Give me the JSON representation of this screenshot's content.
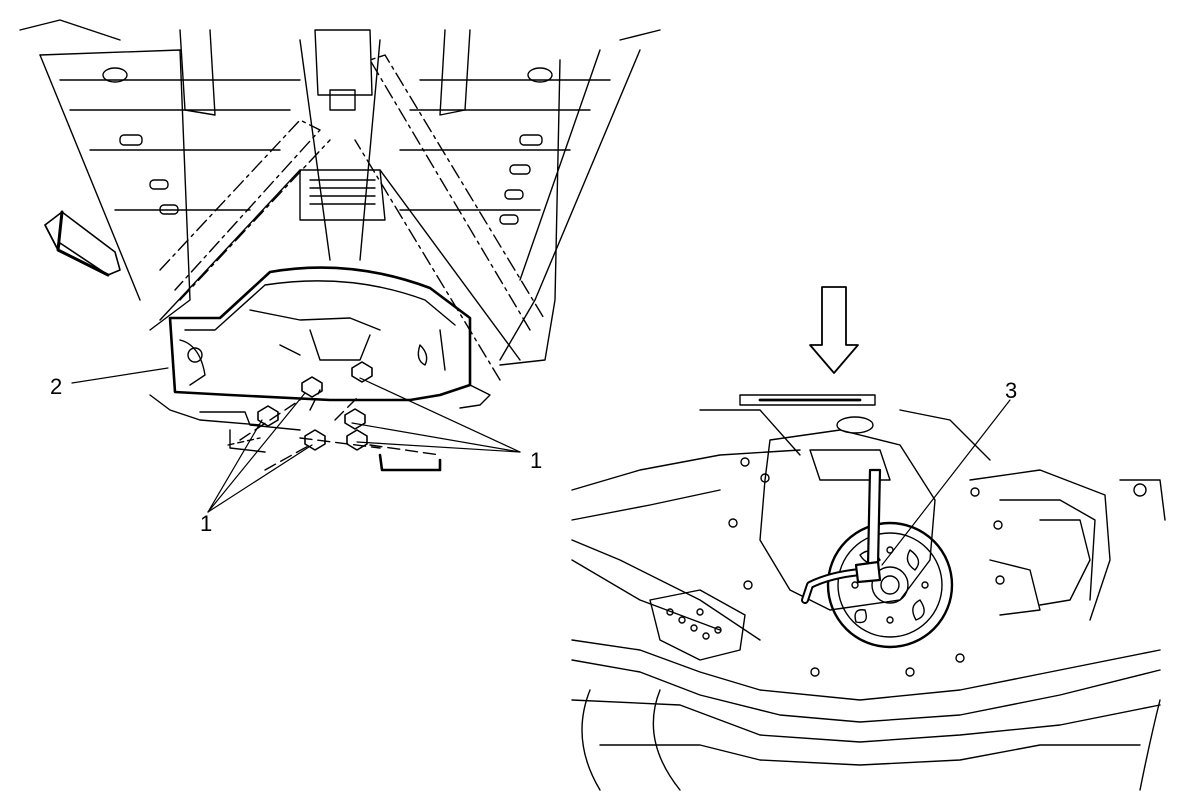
{
  "callouts": {
    "fasteners_left": "1",
    "fasteners_right": "1",
    "heat_shield": "2",
    "flexplate_tool": "3"
  },
  "icons": {
    "direction_arrow": "front-of-vehicle-arrow-icon",
    "view_arrow": "view-direction-arrow-icon"
  },
  "colors": {
    "line": "#000000",
    "background": "#ffffff"
  }
}
